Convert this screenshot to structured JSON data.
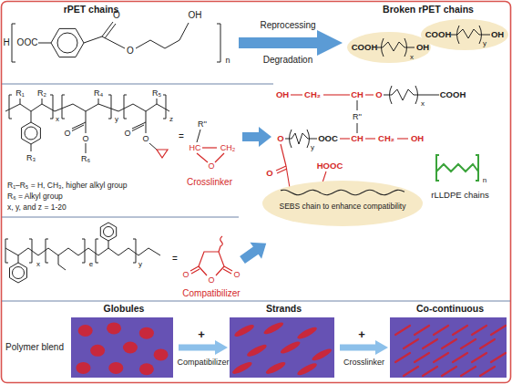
{
  "diagram": {
    "nodes": [
      {
        "text": [
          "Globules"
        ]
      },
      {
        "text": [
          "Strands"
        ]
      },
      {
        "text": [
          "Co-continuous"
        ]
      },
      {
        "text": [
          "SEBS chain to enhance compatibility"
        ]
      }
    ],
    "edges": [
      {
        "from": 0,
        "to": 1,
        "arrow": "to",
        "label": "Compatibilizer"
      },
      {
        "from": 1,
        "to": 2,
        "arrow": "to",
        "label": "Crosslinker"
      }
    ],
    "labels": [
      "rPET chains",
      "Reprocessing",
      "Degradation",
      "Broken rPET chains",
      "H",
      "OOC",
      "O",
      "O",
      "OH",
      "n",
      "COOH",
      "x",
      "OH",
      "COOH",
      "y",
      "OH",
      "R₁",
      "R₂",
      "R₃",
      "R₄",
      "R₅",
      "x",
      "y",
      "z",
      "O",
      "O",
      "R₆",
      "O",
      "O",
      "=",
      "R''",
      "HC",
      "CH₂",
      "O",
      "Crosslinker",
      "R₁–R₅ = H, CH₃, higher alkyl group",
      "R₆ = Alkyl group",
      "x, y, and z = 1-20",
      "x",
      "e",
      "y",
      "=",
      "O",
      "O",
      "O",
      "Compatibilizer",
      "OH",
      "CH₂",
      "CH",
      "O",
      "x",
      "COOH",
      "R''",
      "O",
      "y",
      "OOC",
      "CH",
      "CH₂",
      "OH",
      "O",
      "HOOC",
      "rLLDPE chains",
      "n",
      "Polymer blend",
      "+",
      "+"
    ]
  }
}
